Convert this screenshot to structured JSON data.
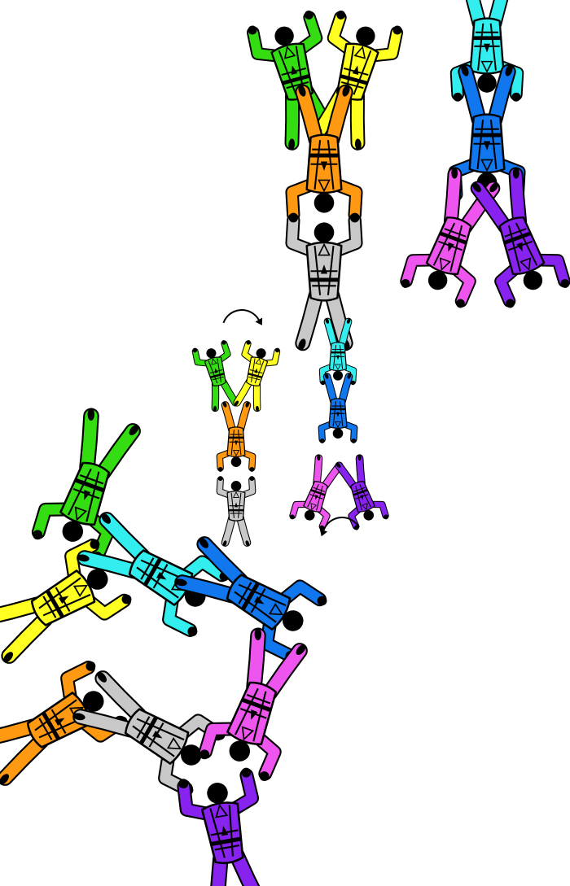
{
  "colors": {
    "green": "#33dd11",
    "yellow": "#ffff22",
    "orange": "#ff9911",
    "grey": "#c8c8c8",
    "cyan": "#33eeee",
    "blue": "#1177ee",
    "pink": "#ee55ee",
    "purple": "#8822ee",
    "outline": "#000000"
  },
  "icons": {
    "skydiver": "skydiver-icon",
    "rotate_arrow": "curved-arrow-icon"
  },
  "formations": [
    {
      "id": "formation-1-left-group",
      "members": [
        "green",
        "yellow",
        "orange",
        "grey"
      ]
    },
    {
      "id": "formation-1-right-group",
      "members": [
        "cyan",
        "blue",
        "pink",
        "purple"
      ]
    },
    {
      "id": "transition-left-group",
      "members": [
        "green",
        "yellow",
        "orange",
        "grey"
      ],
      "turn": "clockwise"
    },
    {
      "id": "transition-right-group",
      "members": [
        "cyan",
        "blue",
        "pink",
        "purple"
      ],
      "turn": "counter-clockwise"
    },
    {
      "id": "formation-2-upper-group",
      "members": [
        "green",
        "yellow",
        "cyan",
        "blue"
      ]
    },
    {
      "id": "formation-2-lower-group",
      "members": [
        "orange",
        "grey",
        "pink",
        "purple"
      ]
    }
  ]
}
